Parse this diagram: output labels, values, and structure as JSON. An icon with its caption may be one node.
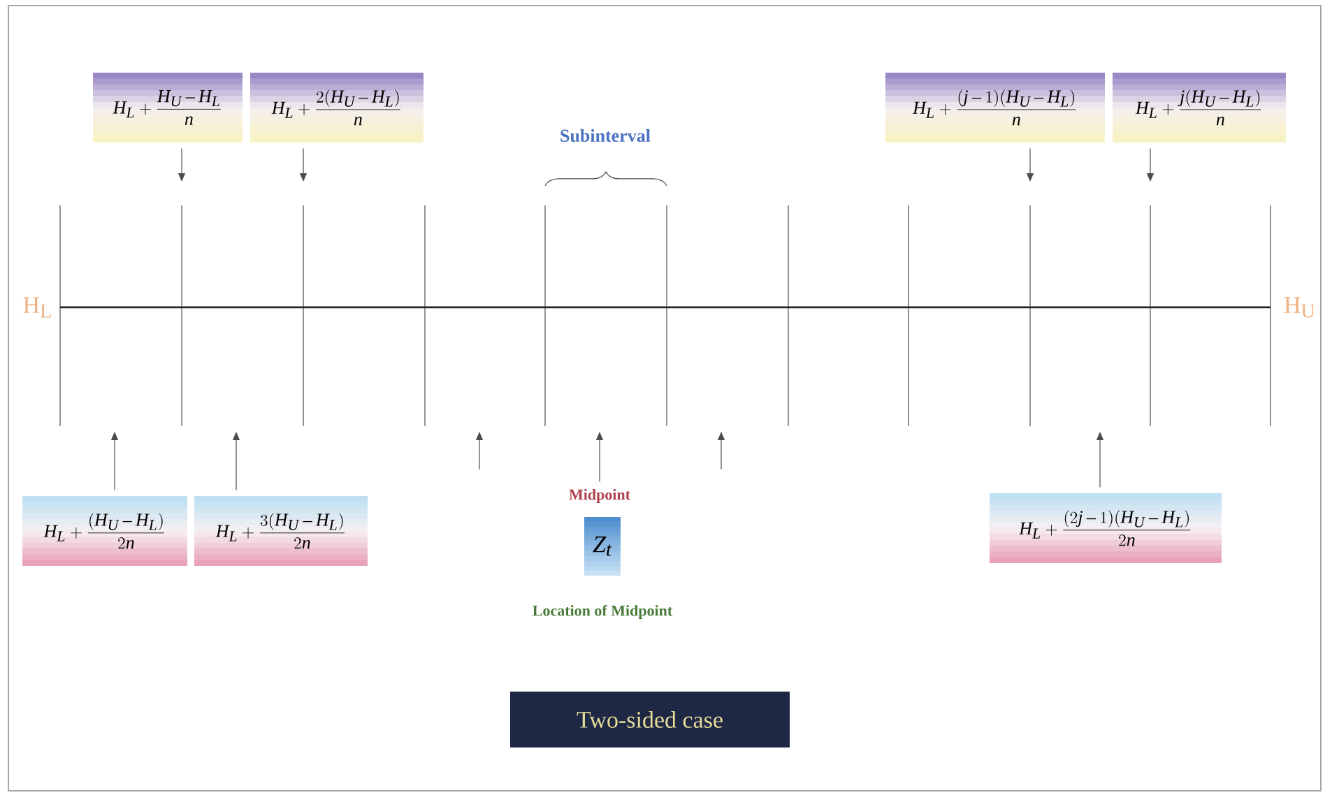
{
  "diagram": {
    "nodes": [
      {
        "text": [
          "H_L+\\frac{H_U-H_L}{n}"
        ]
      },
      {
        "text": [
          "H_L+\\frac{2(H_U-H_L)}{n}"
        ]
      },
      {
        "text": [
          "H_L+\\frac{(j-1)(H_U-H_L)}{n}"
        ]
      },
      {
        "text": [
          "H_L+\\frac{j(H_U-H_L)}{n}"
        ]
      },
      {
        "text": [
          "H_L+\\frac{(H_U-H_L)}{2n}"
        ]
      },
      {
        "text": [
          "H_L+\\frac{3(H_U-H_L)}{2n}"
        ]
      },
      {
        "text": [
          "H_L+\\frac{(2j-1)(H_U-H_L)}{2n}"
        ]
      },
      {
        "text": [
          "Midpoint"
        ]
      },
      {
        "text": [
          "Z_t"
        ]
      },
      {
        "text": [
          "Two-sided case"
        ]
      }
    ],
    "edges": [
      {
        "from": 0,
        "to": null,
        "arrow": "to"
      },
      {
        "from": 1,
        "to": null,
        "arrow": "to"
      },
      {
        "from": 2,
        "to": null,
        "arrow": "to"
      },
      {
        "from": 3,
        "to": null,
        "arrow": "to"
      },
      {
        "from": 4,
        "to": null,
        "arrow": "to"
      },
      {
        "from": 5,
        "to": null,
        "arrow": "to"
      },
      {
        "from": 6,
        "to": null,
        "arrow": "to"
      },
      {
        "from": 7,
        "to": null,
        "arrow": "to"
      }
    ],
    "labels": [
      "Subinterval",
      "H$_{L}$",
      "H$_{U}$",
      "Location of Midpoint"
    ]
  }
}
